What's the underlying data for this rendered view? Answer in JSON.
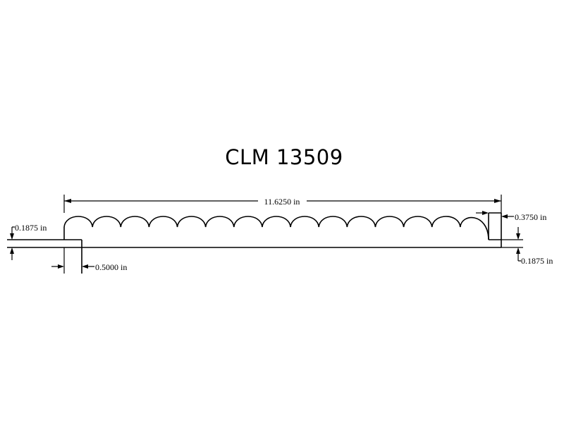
{
  "title": "CLM 13509",
  "dimensions": {
    "overall_length": "11.6250 in",
    "profile_height": "0.3750 in",
    "left_thickness": "0.1875 in",
    "right_thickness": "0.1875 in",
    "tongue_length": "0.5000 in"
  }
}
